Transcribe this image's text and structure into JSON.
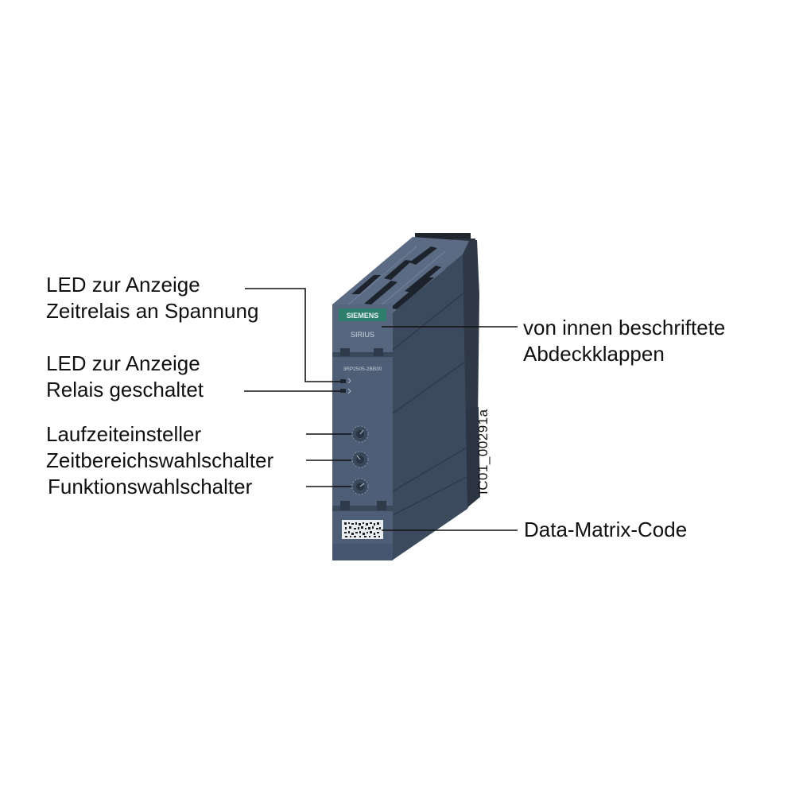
{
  "device": {
    "brand": "SIEMENS",
    "product_line": "SIRIUS",
    "article_number": "3RP2505-2BB30"
  },
  "callouts": {
    "led_power": [
      "LED zur Anzeige",
      "Zeitrelais an Spannung"
    ],
    "led_relay": [
      "LED zur Anzeige",
      "Relais geschaltet"
    ],
    "runtime_adjuster": "Laufzeiteinsteller",
    "time_range_switch": "Zeitbereichswahlschalter",
    "function_switch": "Funktionswahlschalter",
    "label_flaps": [
      "von innen beschriftete",
      "Abdeckklappen"
    ],
    "data_matrix": "Data-Matrix-Code"
  },
  "figure_id": "IC01_00291a",
  "colors": {
    "body_front": "#4f5f78",
    "body_side": "#394659",
    "body_top": "#5d6d86",
    "label_green": "#2f7f6e",
    "leader_line": "#111111"
  }
}
